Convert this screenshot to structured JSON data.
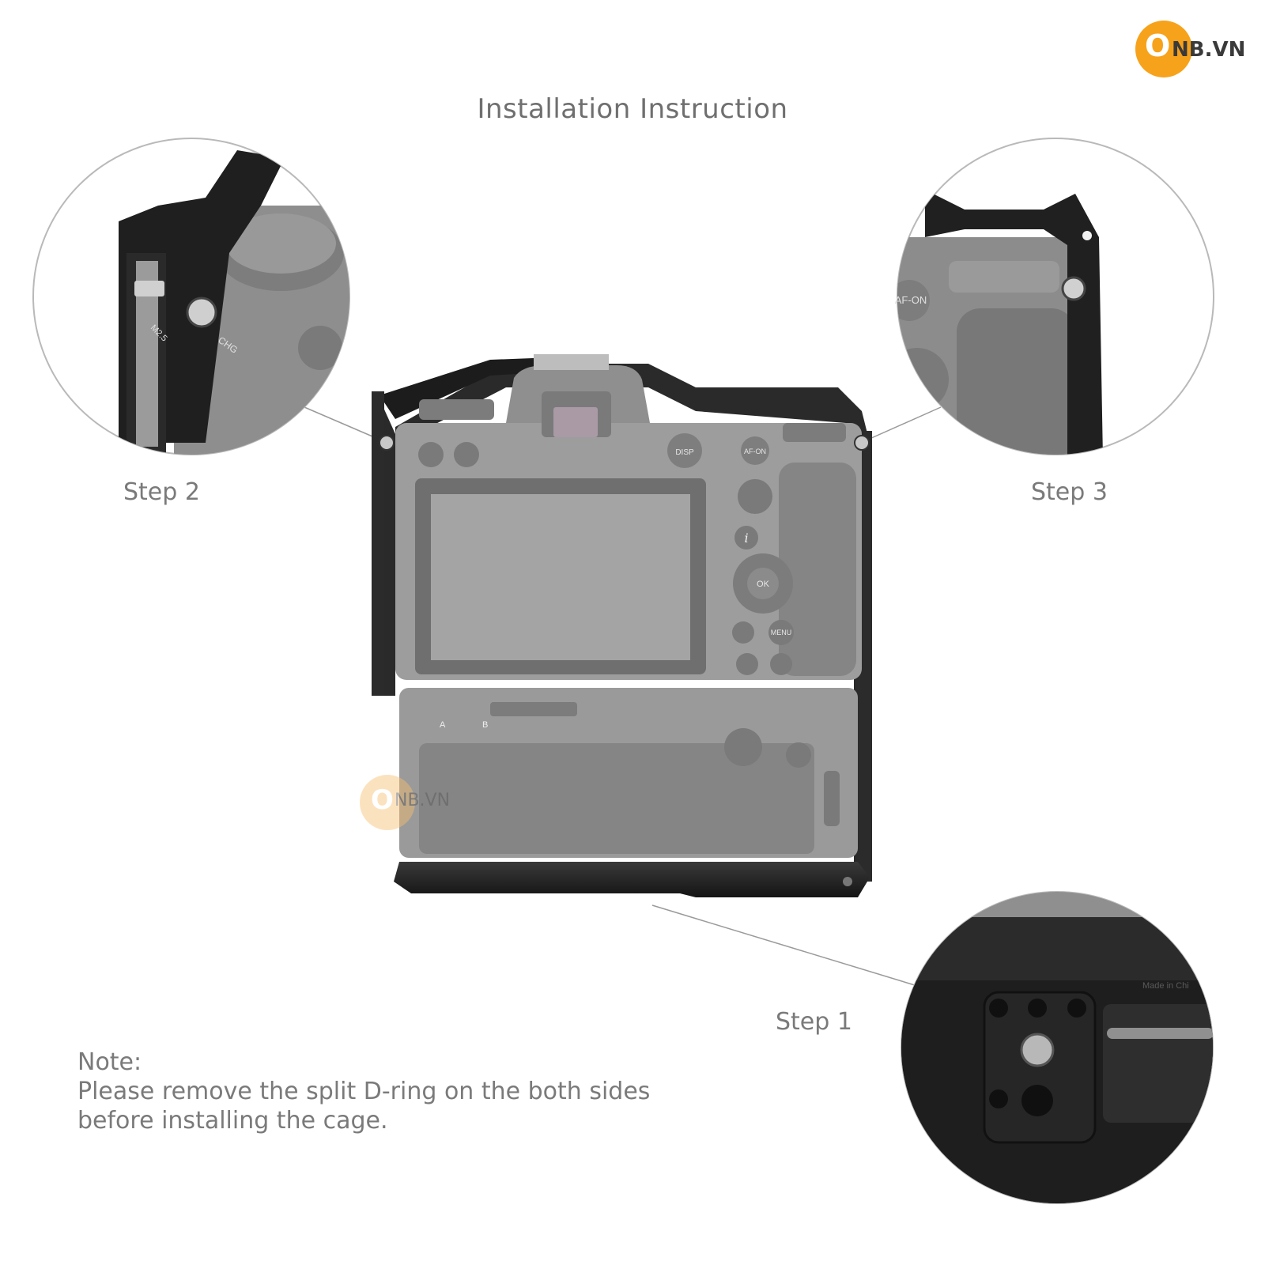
{
  "brand": {
    "name": "ONB.VN",
    "logo_letter": "O",
    "logo_rest": "NB.VN",
    "accent": "#f7a21b"
  },
  "title": "Installation Instruction",
  "steps": [
    {
      "label": "Step 1"
    },
    {
      "label": "Step 2"
    },
    {
      "label": "Step 3"
    }
  ],
  "note": {
    "heading": "Note:",
    "line1": "Please remove the split D-ring on the both sides",
    "line2": "before installing the cage."
  },
  "camera_labels": {
    "disp": "DISP",
    "af_on": "AF-ON",
    "ok": "OK",
    "menu": "MENU",
    "i": "i",
    "a": "A",
    "b": "B",
    "m25": "M2.5",
    "chg": "CHG",
    "made_in": "Made in Chi"
  }
}
